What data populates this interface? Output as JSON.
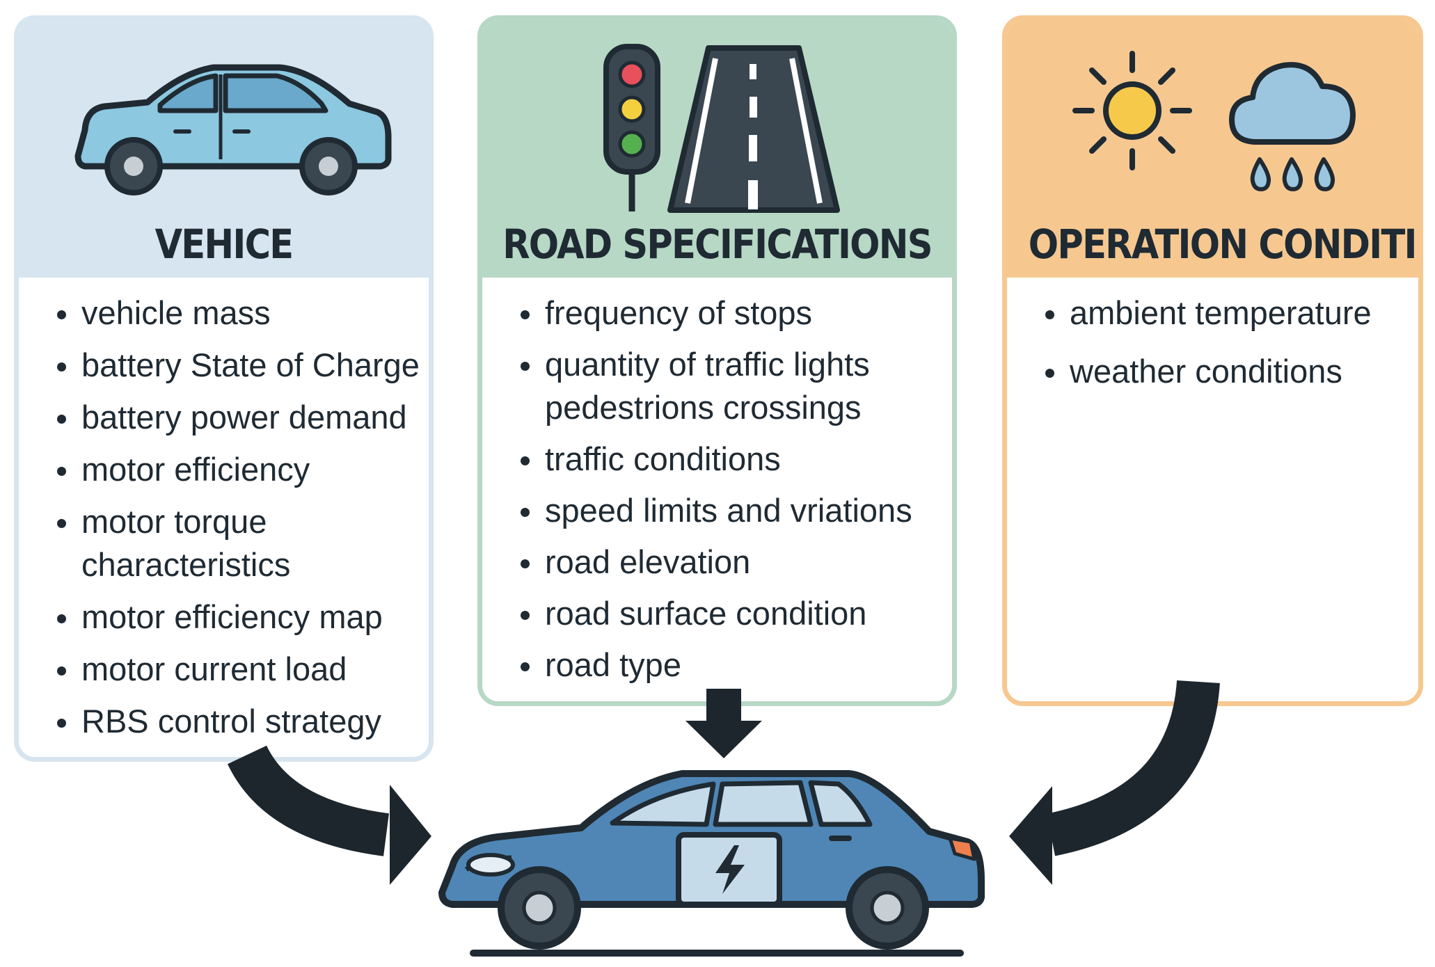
{
  "panels": {
    "vehicle": {
      "title": "VEHICE",
      "items": [
        "vehicle mass",
        "battery State of Charge",
        "battery power demand",
        "motor efficiency",
        "motor torque characteristics",
        "motor efficiency map",
        "motor current load",
        "RBS control strategy"
      ],
      "icon": "car-icon",
      "color": "#d6e5ef"
    },
    "road": {
      "title": "ROAD SPECIFICATIONS",
      "items": [
        "frequency of stops",
        "quantity of traffic lights pedestrions crossings",
        "traffic conditions",
        "speed limits and vriations",
        "road elevation",
        "road surface condition",
        "road type"
      ],
      "icons": [
        "traffic-light-icon",
        "road-icon"
      ],
      "color": "#b6d8c5"
    },
    "operation": {
      "title": "OPERATION CONDITI",
      "items": [
        "ambient temperature",
        "weather conditions"
      ],
      "icons": [
        "sun-icon",
        "rain-cloud-icon"
      ],
      "color": "#f6c890"
    }
  },
  "center": {
    "icon": "electric-car-icon",
    "battery_icon": "lightning-icon",
    "body_color": "#4f86b5"
  },
  "arrows": [
    "arrow-vehicle-to-car",
    "arrow-road-to-car",
    "arrow-ops-to-car"
  ],
  "arrow_color": "#1d262d"
}
